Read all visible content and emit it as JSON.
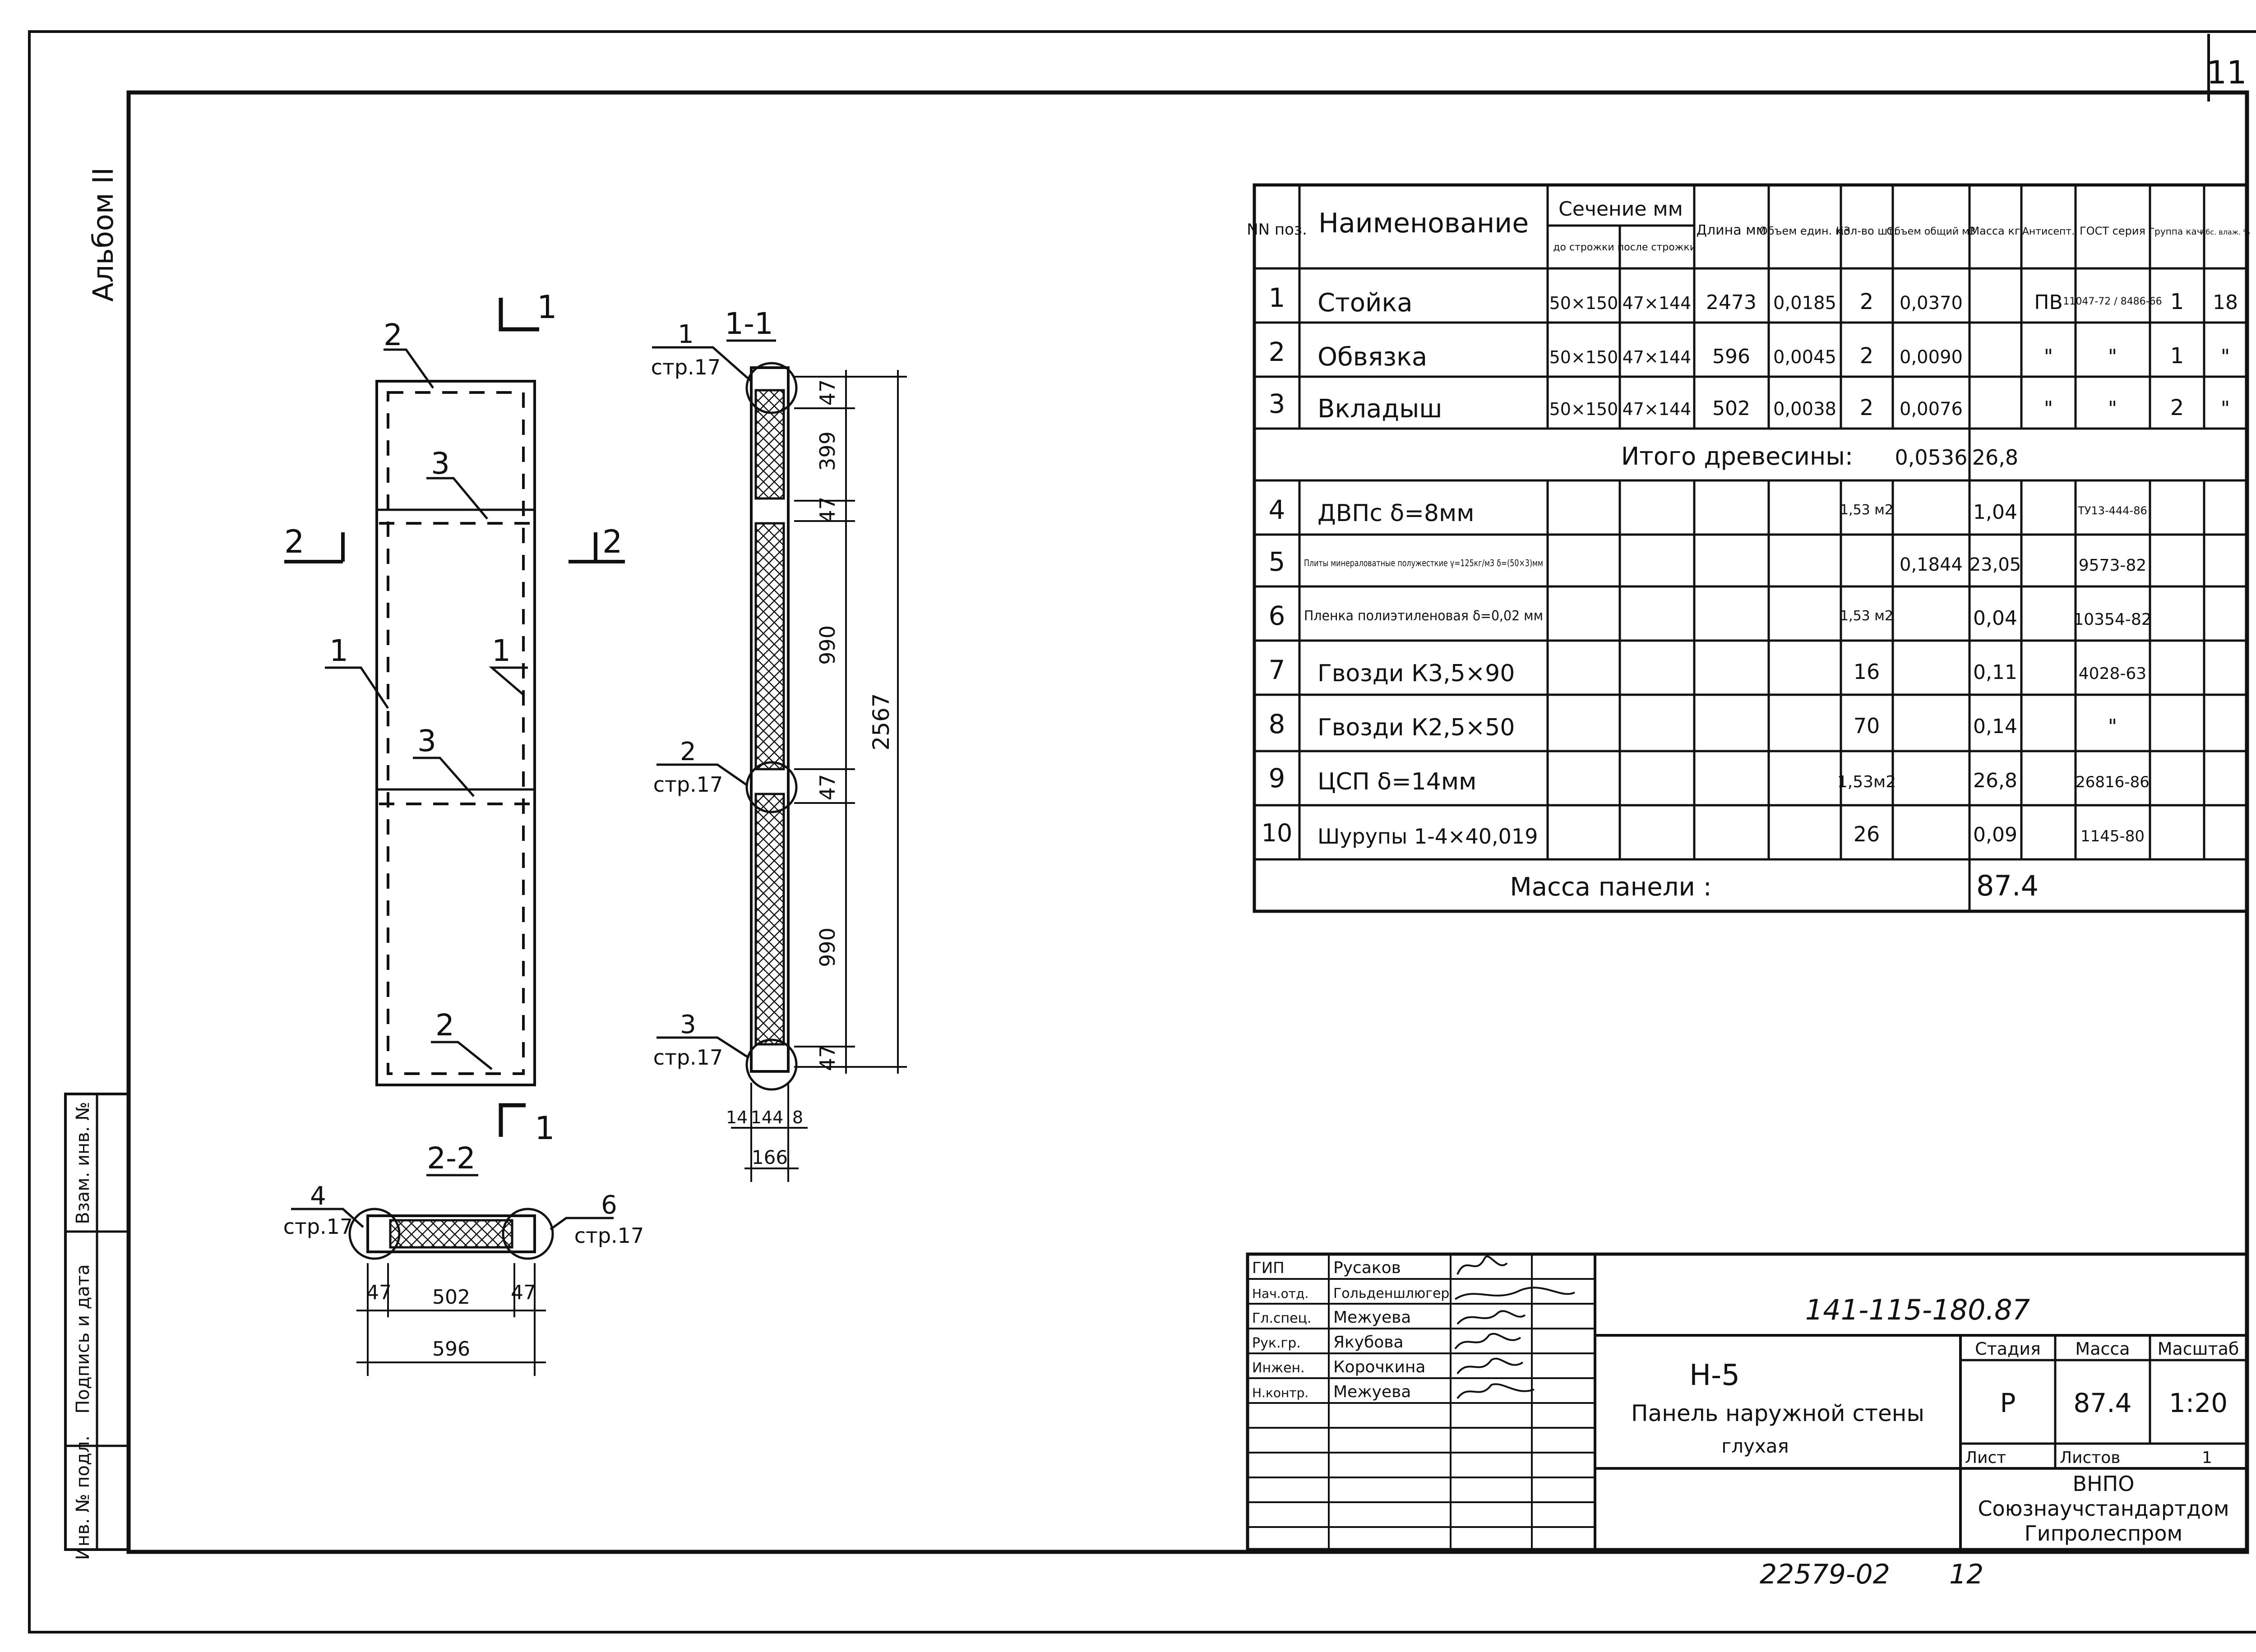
{
  "sheet_number": "11",
  "album": "Альбом II",
  "side_stamp": [
    "Инв. № подл.",
    "Подпись и дата",
    "Взам. инв. №"
  ],
  "drawing": {
    "main_view": {
      "section_1_label": "1",
      "section_2_label": "2",
      "callouts": [
        "2",
        "3",
        "1",
        "1",
        "3",
        "2"
      ]
    },
    "section_1_1": {
      "title": "1-1",
      "refs": [
        {
          "num": "1",
          "page": "стр.17"
        },
        {
          "num": "2",
          "page": "стр.17"
        },
        {
          "num": "3",
          "page": "стр.17"
        }
      ],
      "dims_vertical": [
        "47",
        "399",
        "47",
        "990",
        "47",
        "990",
        "47"
      ],
      "dim_total": "2567",
      "dims_bottom": [
        "14",
        "144",
        "8"
      ],
      "dim_bottom_total": "166"
    },
    "section_2_2": {
      "title": "2-2",
      "refs": [
        {
          "num": "4",
          "page": "стр.17"
        },
        {
          "num": "6",
          "page": "стр.17"
        }
      ],
      "dims": [
        "47",
        "502",
        "47"
      ],
      "dim_total": "596"
    }
  },
  "spec_table": {
    "headers": {
      "pos": "NN поз.",
      "name": "Наименование",
      "section": "Сечение мм",
      "section_before": "до строжки",
      "section_after": "после строжки",
      "length": "Длина мм",
      "vol_unit": "Объем един. м3",
      "qty": "Кол-во шт.",
      "vol_total": "Объем общий м3",
      "mass": "Масса кг",
      "antisept": "Антисепт.",
      "gost": "ГОСТ серия",
      "group": "Группа кач.",
      "moisture": "Абс. влаж. %"
    },
    "rows": [
      {
        "pos": "1",
        "name": "Стойка",
        "before": "50×150",
        "after": "47×144",
        "length": "2473",
        "vol_unit": "0,0185",
        "qty": "2",
        "vol_total": "0,0370",
        "mass": "",
        "antisept": "ПВ",
        "gost": "11047-72 / 8486-66",
        "group": "1",
        "moisture": "18"
      },
      {
        "pos": "2",
        "name": "Обвязка",
        "before": "50×150",
        "after": "47×144",
        "length": "596",
        "vol_unit": "0,0045",
        "qty": "2",
        "vol_total": "0,0090",
        "mass": "",
        "antisept": "\"",
        "gost": "\"",
        "group": "1",
        "moisture": "\""
      },
      {
        "pos": "3",
        "name": "Вкладыш",
        "before": "50×150",
        "after": "47×144",
        "length": "502",
        "vol_unit": "0,0038",
        "qty": "2",
        "vol_total": "0,0076",
        "mass": "",
        "antisept": "\"",
        "gost": "\"",
        "group": "2",
        "moisture": "\""
      }
    ],
    "wood_total": {
      "label": "Итого древесины:",
      "volume": "0,0536",
      "mass": "26,8"
    },
    "rows2": [
      {
        "pos": "4",
        "name": "ДВПс δ=8мм",
        "qty": "1,53 м2",
        "vol_total": "",
        "mass": "1,04",
        "gost": "ТУ13-444-86"
      },
      {
        "pos": "5",
        "name": "Плиты минераловатные полужесткие γ=125кг/м3 δ=(50×3)мм",
        "qty": "",
        "vol_total": "0,1844",
        "mass": "23,05",
        "gost": "9573-82"
      },
      {
        "pos": "6",
        "name": "Пленка полиэтиленовая δ=0,02 мм",
        "qty": "1,53 м2",
        "vol_total": "",
        "mass": "0,04",
        "gost": "10354-82"
      },
      {
        "pos": "7",
        "name": "Гвозди К3,5×90",
        "qty": "16",
        "vol_total": "",
        "mass": "0,11",
        "gost": "4028-63"
      },
      {
        "pos": "8",
        "name": "Гвозди К2,5×50",
        "qty": "70",
        "vol_total": "",
        "mass": "0,14",
        "gost": "\""
      },
      {
        "pos": "9",
        "name": "ЦСП δ=14мм",
        "qty": "1,53м2",
        "vol_total": "",
        "mass": "26,8",
        "gost": "26816-86"
      },
      {
        "pos": "10",
        "name": "Шурупы 1-4×40,019",
        "qty": "26",
        "vol_total": "",
        "mass": "0,09",
        "gost": "1145-80"
      }
    ],
    "panel_mass": {
      "label": "Масса панели :",
      "value": "87.4"
    }
  },
  "title_block": {
    "people": [
      {
        "role": "ГИП",
        "name": "Русаков"
      },
      {
        "role": "Нач.отд.",
        "name": "Гольденшлюгер"
      },
      {
        "role": "Гл.спец.",
        "name": "Межуева"
      },
      {
        "role": "Рук.гр.",
        "name": "Якубова"
      },
      {
        "role": "Инжен.",
        "name": "Корочкина"
      },
      {
        "role": "Н.контр.",
        "name": "Межуева"
      }
    ],
    "code": "141-115-180.87",
    "product_mark": "Н-5",
    "product_name": "Панель наружной стены",
    "product_sub": "глухая",
    "stage_label": "Стадия",
    "mass_label": "Масса",
    "scale_label": "Масштаб",
    "stage": "Р",
    "mass": "87.4",
    "scale": "1:20",
    "sheet_label": "Лист",
    "sheets_label": "Листов",
    "sheets": "1",
    "org_1": "ВНПО",
    "org_2": "Союзнаучстандартдом",
    "org_3": "Гипролеспром"
  },
  "footer_code": "22579-02",
  "footer_page": "12"
}
